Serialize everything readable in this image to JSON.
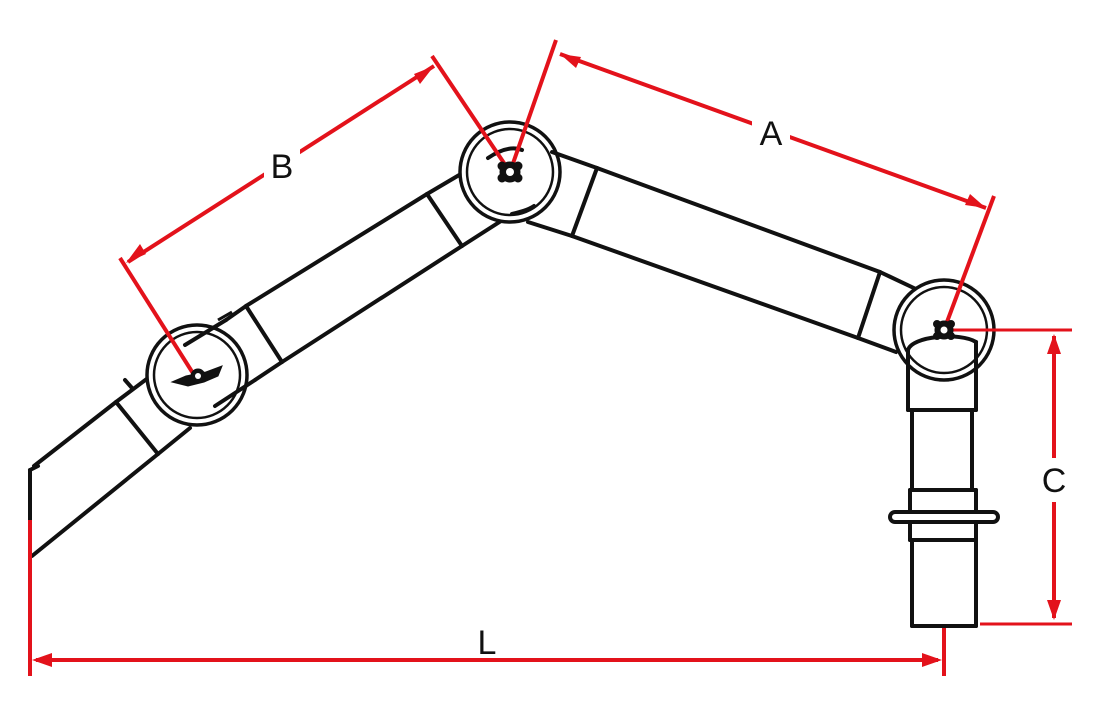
{
  "dimensions": {
    "a_label": "A",
    "b_label": "B",
    "c_label": "C",
    "l_label": "L"
  },
  "colors": {
    "dimension_line": "#e3121b",
    "outline": "#111111",
    "background": "#ffffff"
  }
}
